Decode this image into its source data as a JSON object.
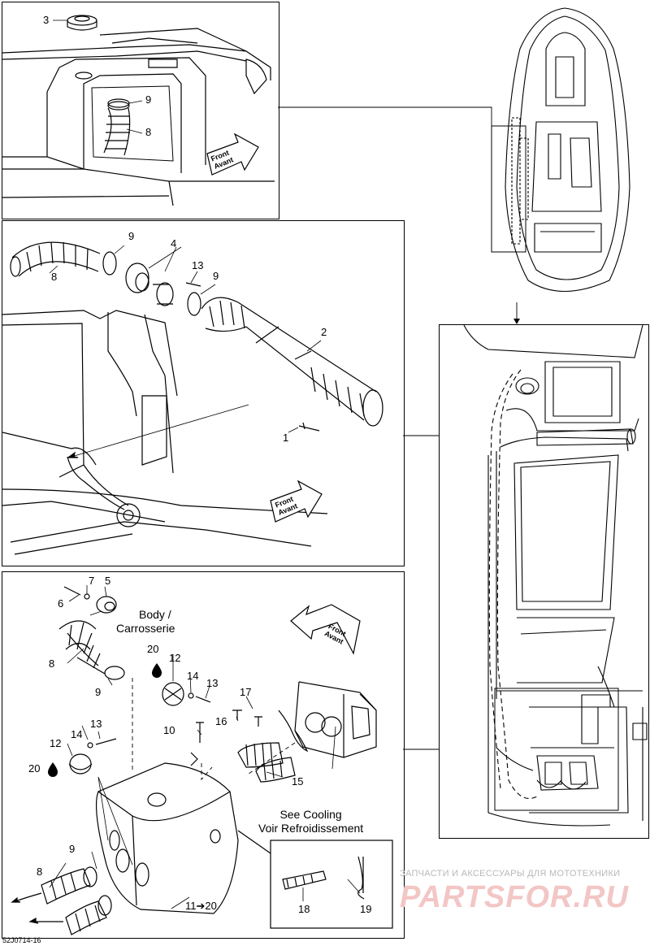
{
  "diagram": {
    "reference": "52J0714-16",
    "direction_badge": {
      "line1": "Front",
      "line2": "Avant"
    },
    "notes": {
      "body": [
        "Body /",
        "Carrosserie"
      ],
      "cooling": [
        "See Cooling",
        "Voir Refroidissement"
      ]
    },
    "callouts": {
      "top": [
        "3",
        "9",
        "8"
      ],
      "middle": [
        "9",
        "4",
        "13",
        "9",
        "8",
        "2",
        "1"
      ],
      "bottom": [
        "7",
        "5",
        "6",
        "20",
        "12",
        "14",
        "13",
        "8",
        "9",
        "17",
        "16",
        "10",
        "14",
        "13",
        "12",
        "20",
        "15",
        "9",
        "8",
        "11➔20",
        "18",
        "19"
      ]
    }
  },
  "watermark": {
    "tagline": "ЗАПЧАСТИ И АКСЕССУАРЫ ДЛЯ МОТОТЕХНИКИ",
    "logo": "PARTSFOR.RU",
    "color": "#e8a0a0"
  }
}
